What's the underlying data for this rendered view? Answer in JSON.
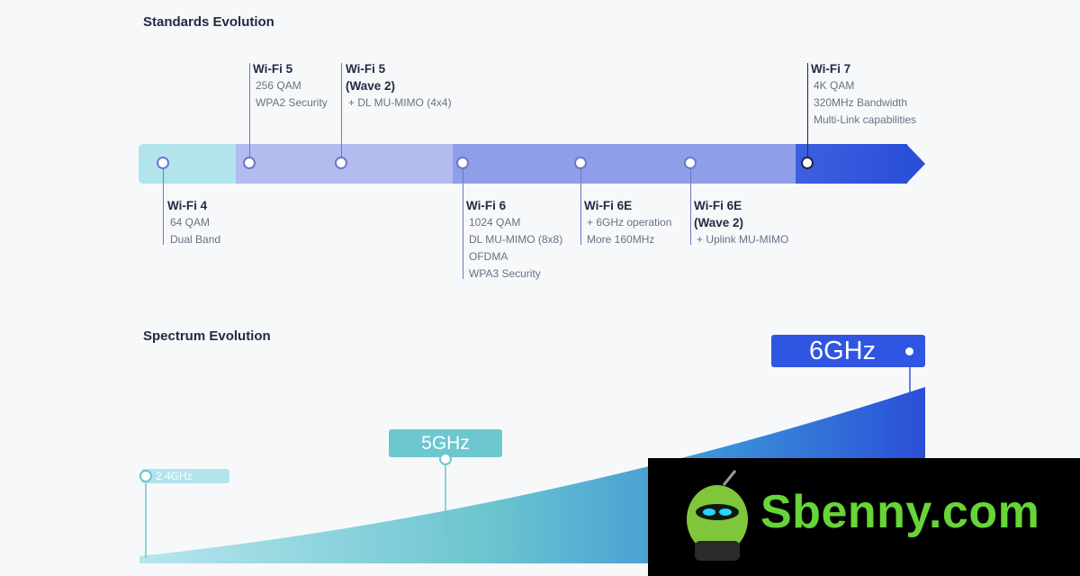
{
  "standards": {
    "title": "Standards Evolution",
    "items": {
      "wifi4": {
        "name": [
          "Wi-Fi 4"
        ],
        "features": [
          "64 QAM",
          "Dual Band"
        ]
      },
      "wifi5": {
        "name": [
          "Wi-Fi 5"
        ],
        "features": [
          "256 QAM",
          "WPA2 Security"
        ]
      },
      "wifi5w2": {
        "name": [
          "Wi-Fi 5",
          "(Wave 2)"
        ],
        "features": [
          "+ DL MU-MIMO (4x4)"
        ]
      },
      "wifi6": {
        "name": [
          "Wi-Fi 6"
        ],
        "features": [
          "1024 QAM",
          "DL MU-MIMO (8x8)",
          "OFDMA",
          "WPA3 Security"
        ]
      },
      "wifi6e": {
        "name": [
          "Wi-Fi 6E"
        ],
        "features": [
          "+ 6GHz operation",
          "More 160MHz"
        ]
      },
      "wifi6ew2": {
        "name": [
          "Wi-Fi 6E",
          "(Wave 2)"
        ],
        "features": [
          "+ Uplink MU-MIMO"
        ]
      },
      "wifi7": {
        "name": [
          "Wi-Fi 7"
        ],
        "features": [
          "4K QAM",
          "320MHz Bandwidth",
          "Multi-Link capabilities"
        ]
      }
    }
  },
  "spectrum": {
    "title": "Spectrum Evolution",
    "bands": {
      "b24": "2.4GHz",
      "b5": "5GHz",
      "b6": "6GHz"
    }
  },
  "watermark": {
    "text": "Sbenny.com"
  },
  "colors": {
    "wifi4_segment": "#b2e4ec",
    "wifi5_segment": "#b3bcef",
    "wifi6_segment": "#8f9ee8",
    "wifi7_segment": "#2a4fd8",
    "band_5ghz": "#6cc7cf",
    "band_6ghz": "#2f55e2",
    "watermark_green": "#67d437"
  }
}
